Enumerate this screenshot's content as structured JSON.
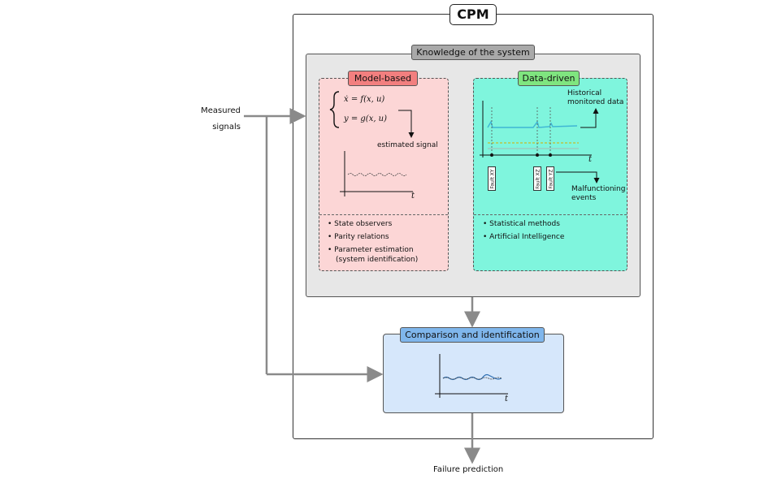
{
  "cpm": {
    "title": "CPM"
  },
  "inputs": {
    "measured_line1": "Measured",
    "measured_line2": "signals"
  },
  "knowledge": {
    "title": "Knowledge of the system"
  },
  "model_based": {
    "title": "Model-based",
    "eq1": "ẋ = f(x, u)",
    "eq2": "y = g(x, u)",
    "estimated_signal": "estimated signal",
    "axis_t": "t",
    "bullets": [
      "State observers",
      "Parity relations",
      "Parameter estimation",
      "(system identification)"
    ]
  },
  "data_driven": {
    "title": "Data-driven",
    "historical_line1": "Historical",
    "historical_line2": "monitored data",
    "axis_t": "t",
    "faults": [
      "Fault XY",
      "Fault XZ",
      "Fault YZ"
    ],
    "malfunction_line1": "Malfunctioning",
    "malfunction_line2": "events",
    "bullets": [
      "Statistical methods",
      "Artificial Intelligence"
    ]
  },
  "comparison": {
    "title": "Comparison and identification",
    "axis_t": "t"
  },
  "output": {
    "label": "Failure prediction"
  },
  "colors": {
    "model_bg": "#fcd6d6",
    "model_header": "#f27f7f",
    "data_bg": "#7ff5dd",
    "data_header": "#7fe57f",
    "compare_bg": "#d6e7fb",
    "compare_header": "#7fb6ec",
    "knowledge_bg": "#e7e7e7",
    "knowledge_header": "#a9a9a9",
    "arrow": "#8a8a8a"
  }
}
